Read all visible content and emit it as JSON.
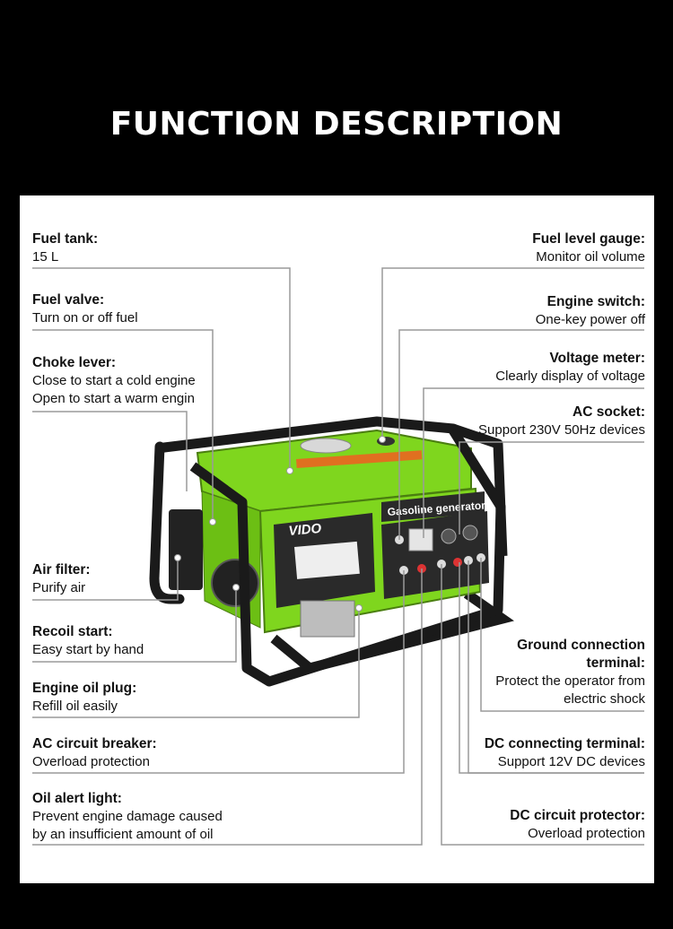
{
  "title": "FUNCTION DESCRIPTION",
  "brand": "VIDO",
  "panel_heading": "Gasoline generator",
  "colors": {
    "body_green": "#7fd61e",
    "frame": "#1a1a1a",
    "panel_dark": "#2a2a2a"
  },
  "left_labels": [
    {
      "title": "Fuel tank:",
      "lines": [
        "15 L"
      ]
    },
    {
      "title": "Fuel valve:",
      "lines": [
        "Turn on or off fuel"
      ]
    },
    {
      "title": "Choke lever:",
      "lines": [
        "Close to start a cold engine",
        "Open to start a warm engin"
      ]
    },
    {
      "title": "Air filter:",
      "lines": [
        "Purify air"
      ]
    },
    {
      "title": "Recoil start:",
      "lines": [
        "Easy start by hand"
      ]
    },
    {
      "title": "Engine oil plug:",
      "lines": [
        "Refill oil easily"
      ]
    },
    {
      "title": "AC circuit breaker:",
      "lines": [
        "Overload protection"
      ]
    },
    {
      "title": "Oil alert light:",
      "lines": [
        "Prevent engine damage caused",
        "by an insufficient amount of oil"
      ]
    }
  ],
  "right_labels": [
    {
      "title": "Fuel level gauge:",
      "lines": [
        "Monitor oil volume"
      ]
    },
    {
      "title": "Engine switch:",
      "lines": [
        "One-key power off"
      ]
    },
    {
      "title": "Voltage meter:",
      "lines": [
        "Clearly display of voltage"
      ]
    },
    {
      "title": "AC socket:",
      "lines": [
        "Support 230V 50Hz devices"
      ]
    },
    {
      "title": "Ground connection terminal:",
      "title_lines": [
        "Ground connection",
        "terminal:"
      ],
      "lines": [
        "Protect the operator from",
        "electric shock"
      ]
    },
    {
      "title": "DC connecting terminal:",
      "lines": [
        "Support 12V DC devices"
      ]
    },
    {
      "title": "DC circuit protector:",
      "lines": [
        "Overload protection"
      ]
    }
  ]
}
